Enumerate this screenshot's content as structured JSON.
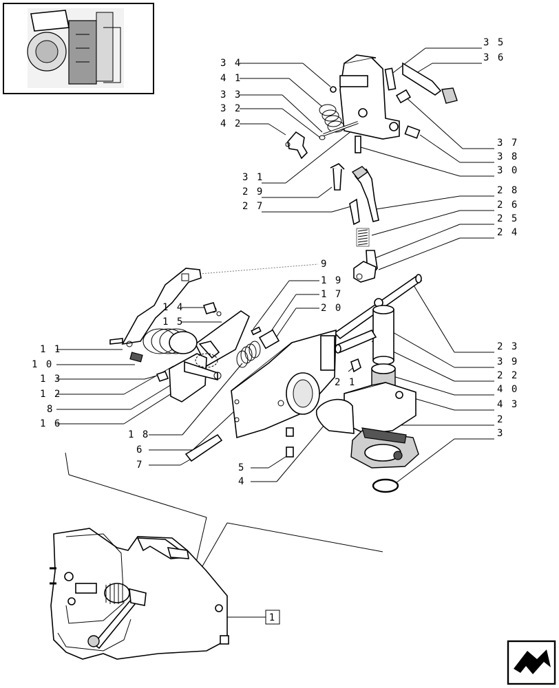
{
  "diagram": {
    "callouts": [
      {
        "id": "35",
        "text": "3 5"
      },
      {
        "id": "36",
        "text": "3 6"
      },
      {
        "id": "34",
        "text": "3 4"
      },
      {
        "id": "41",
        "text": "4 1"
      },
      {
        "id": "33",
        "text": "3 3"
      },
      {
        "id": "32",
        "text": "3 2"
      },
      {
        "id": "42",
        "text": "4 2"
      },
      {
        "id": "37",
        "text": "3 7"
      },
      {
        "id": "38",
        "text": "3 8"
      },
      {
        "id": "30",
        "text": "3 0"
      },
      {
        "id": "31",
        "text": "3 1"
      },
      {
        "id": "29",
        "text": "2 9"
      },
      {
        "id": "28",
        "text": "2 8"
      },
      {
        "id": "27",
        "text": "2 7"
      },
      {
        "id": "26",
        "text": "2 6"
      },
      {
        "id": "25",
        "text": "2 5"
      },
      {
        "id": "24",
        "text": "2 4"
      },
      {
        "id": "9",
        "text": "9"
      },
      {
        "id": "19",
        "text": "1 9"
      },
      {
        "id": "14",
        "text": "1 4"
      },
      {
        "id": "17",
        "text": "1 7"
      },
      {
        "id": "20",
        "text": "2 0"
      },
      {
        "id": "15",
        "text": "1 5"
      },
      {
        "id": "11",
        "text": "1 1"
      },
      {
        "id": "10",
        "text": "1 0"
      },
      {
        "id": "23",
        "text": "2 3"
      },
      {
        "id": "39",
        "text": "3 9"
      },
      {
        "id": "13",
        "text": "1 3"
      },
      {
        "id": "22",
        "text": "2 2"
      },
      {
        "id": "21",
        "text": "2 1"
      },
      {
        "id": "12",
        "text": "1 2"
      },
      {
        "id": "40",
        "text": "4 0"
      },
      {
        "id": "8",
        "text": "8"
      },
      {
        "id": "43",
        "text": "4 3"
      },
      {
        "id": "16",
        "text": "1 6"
      },
      {
        "id": "2",
        "text": "2"
      },
      {
        "id": "18",
        "text": "1 8"
      },
      {
        "id": "3",
        "text": "3"
      },
      {
        "id": "6",
        "text": "6"
      },
      {
        "id": "7",
        "text": "7"
      },
      {
        "id": "5",
        "text": "5"
      },
      {
        "id": "4",
        "text": "4"
      }
    ],
    "assembly_ref": "1"
  },
  "icons": {
    "nav": "next-page-arrow-icon",
    "thumbnail": "tractor-location-thumbnail"
  }
}
